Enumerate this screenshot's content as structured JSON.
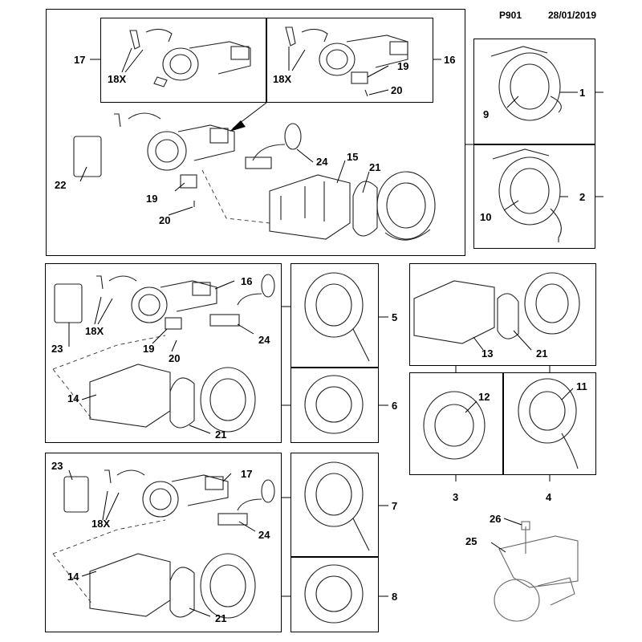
{
  "header": {
    "code": "P901",
    "date": "28/01/2019"
  },
  "callouts": {
    "c1": "1",
    "c2": "2",
    "c3": "3",
    "c4": "4",
    "c5": "5",
    "c6": "6",
    "c7": "7",
    "c8": "8",
    "c9": "9",
    "c10": "10",
    "c11": "11",
    "c12": "12",
    "c13": "13",
    "c14a": "14",
    "c14b": "14",
    "c15": "15",
    "c16a": "16",
    "c16b": "16",
    "c17a": "17",
    "c17b": "17",
    "c18xa": "18X",
    "c18xb": "18X",
    "c18xc": "18X",
    "c18xd": "18X",
    "c19a": "19",
    "c19b": "19",
    "c19c": "19",
    "c20a": "20",
    "c20b": "20",
    "c20c": "20",
    "c21a": "21",
    "c21b": "21",
    "c21c": "21",
    "c21d": "21",
    "c22": "22",
    "c23a": "23",
    "c23b": "23",
    "c24a": "24",
    "c24b": "24",
    "c24c": "24",
    "c25": "25",
    "c26": "26"
  }
}
